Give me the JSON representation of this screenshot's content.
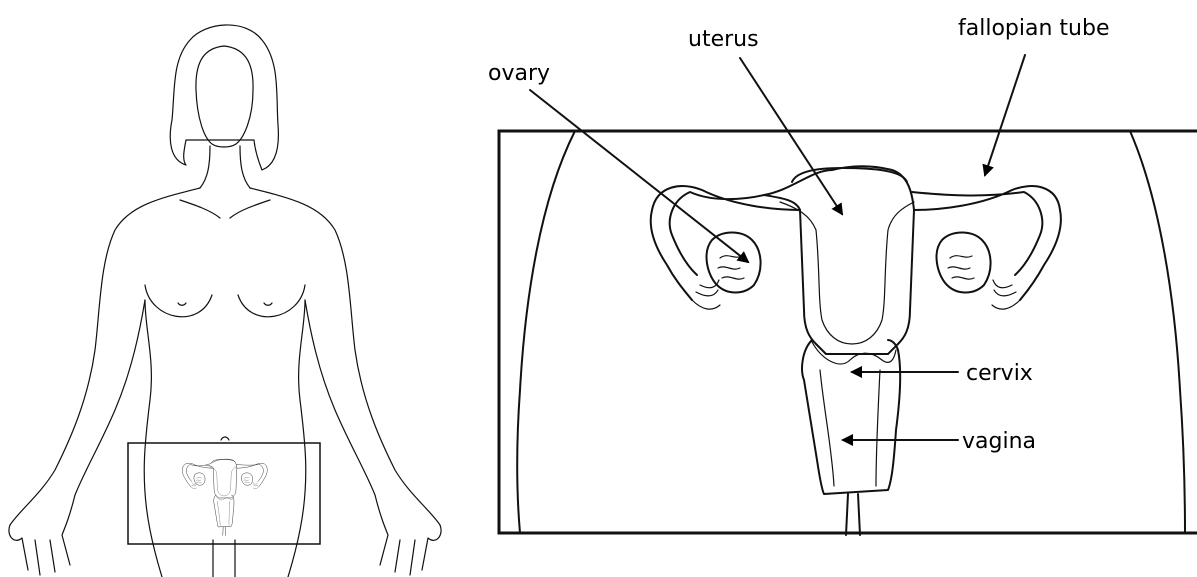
{
  "labels": {
    "uterus": "uterus",
    "fallopian_tube": "fallopian tube",
    "ovary": "ovary",
    "cervix": "cervix",
    "vagina": "vagina"
  },
  "colors": {
    "line": "#111111",
    "background": "#ffffff"
  }
}
